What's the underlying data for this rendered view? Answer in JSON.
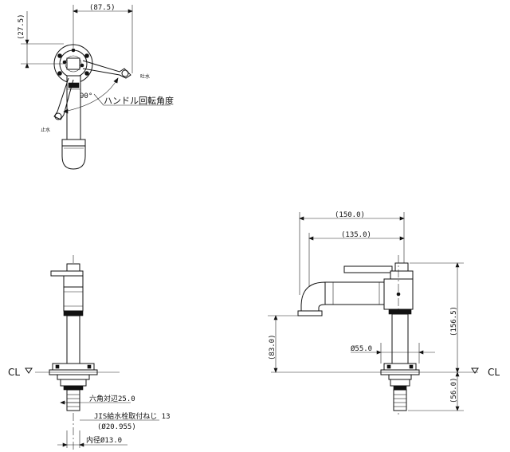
{
  "top_view": {
    "dim_width": "(87.5)",
    "dim_height": "(27.5)",
    "angle": "90°",
    "label_open": "吐水",
    "label_close": "止水",
    "handle_rotation_label": "ハンドル回転角度"
  },
  "front_view": {
    "cl_label": "CL",
    "hex_label": "六角対辺25.0",
    "jis_label": "JIS給水栓取付ねじ 13",
    "thread_dia": "(Ø20.955)",
    "inner_dia": "内径Ø13.0"
  },
  "side_view": {
    "dim_total_length": "(150.0)",
    "dim_spout_reach": "(135.0)",
    "dim_base_dia": "Ø55.0",
    "dim_spout_height": "(83.0)",
    "dim_total_height": "(156.5)",
    "dim_below_cl": "(56.0)",
    "cl_label": "CL"
  }
}
